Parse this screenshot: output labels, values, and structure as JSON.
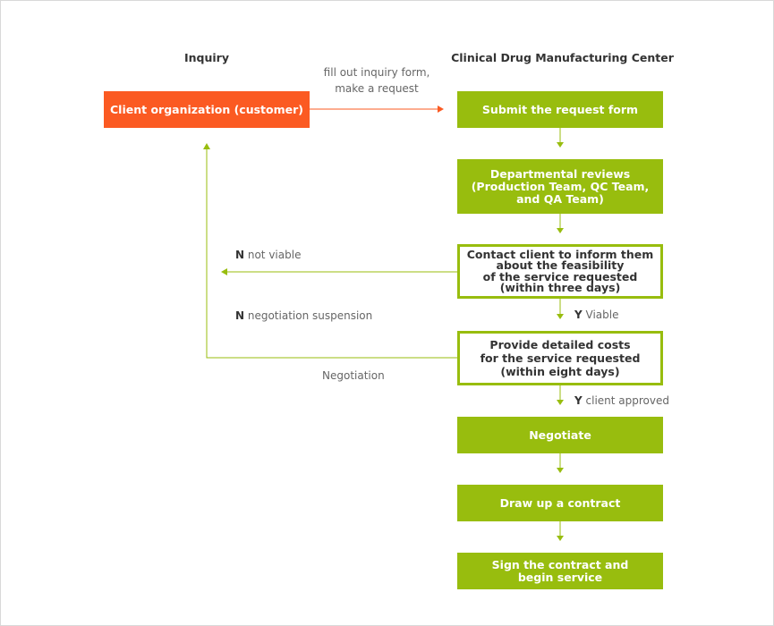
{
  "columns": {
    "inquiry": "Inquiry",
    "center": "Clinical Drug Manufacturing Center"
  },
  "colors": {
    "orange": "#fb5a22",
    "green": "#98bd0e",
    "line_gray": "#c8c8c8"
  },
  "boxes": {
    "client": "Client organization (customer)",
    "submit": "Submit the request form",
    "reviews": "Departmental reviews\n(Production Team, QC Team,\nand QA Team)",
    "contact": "Contact client to inform them\nabout the feasibility\nof the service requested\n(within three days)",
    "costs": "Provide detailed costs\nfor the service requested\n(within eight days)",
    "negotiate": "Negotiate",
    "contract": "Draw up a contract",
    "sign": "Sign the contract and\nbegin service"
  },
  "labels": {
    "inquiry_form": "fill out inquiry form,\nmake a request",
    "not_viable_flag": "N",
    "not_viable": " not viable",
    "suspension_flag": "N",
    "suspension": " negotiation suspension",
    "negotiation": "Negotiation",
    "viable_flag": "Y",
    "viable": " Viable",
    "approved_flag": "Y",
    "approved": " client approved"
  }
}
